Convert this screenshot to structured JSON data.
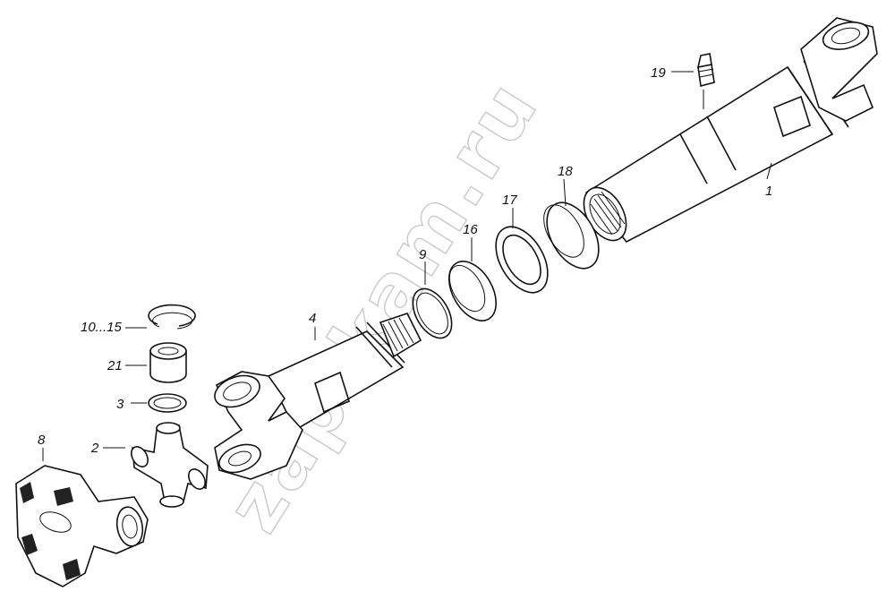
{
  "diagram": {
    "callouts": [
      {
        "id": "1",
        "text": "1"
      },
      {
        "id": "2",
        "text": "2"
      },
      {
        "id": "3",
        "text": "3"
      },
      {
        "id": "4",
        "text": "4"
      },
      {
        "id": "8",
        "text": "8"
      },
      {
        "id": "9",
        "text": "9"
      },
      {
        "id": "10-15",
        "text": "10...15"
      },
      {
        "id": "16",
        "text": "16"
      },
      {
        "id": "17",
        "text": "17"
      },
      {
        "id": "18",
        "text": "18"
      },
      {
        "id": "19",
        "text": "19"
      },
      {
        "id": "21",
        "text": "21"
      }
    ],
    "watermark": "zap-kam.ru"
  }
}
